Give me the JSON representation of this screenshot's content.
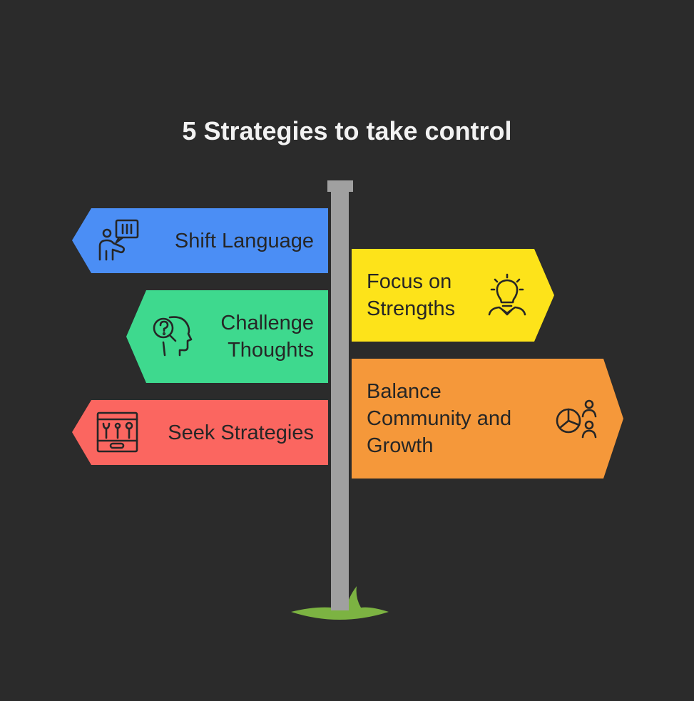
{
  "title": "5 Strategies to take control",
  "colors": {
    "background": "#2b2b2b",
    "pole": "#a0a0a0",
    "grass": "#7cb342",
    "blue": "#4b8ef5",
    "green": "#3ed98e",
    "red": "#fb6660",
    "yellow": "#fde31a",
    "orange": "#f5983a"
  },
  "signs": [
    {
      "label": "Shift Language",
      "icon": "teacher-board-icon",
      "color": "#4b8ef5",
      "direction": "left"
    },
    {
      "label": "Focus on\nStrengths",
      "icon": "lightbulb-person-icon",
      "color": "#fde31a",
      "direction": "right"
    },
    {
      "label": "Challenge\nThoughts",
      "icon": "head-question-icon",
      "color": "#3ed98e",
      "direction": "left"
    },
    {
      "label": "Balance\nCommunity and\nGrowth",
      "icon": "pie-chart-people-icon",
      "color": "#f5983a",
      "direction": "right"
    },
    {
      "label": "Seek Strategies",
      "icon": "toolbox-icon",
      "color": "#fb6660",
      "direction": "left"
    }
  ]
}
